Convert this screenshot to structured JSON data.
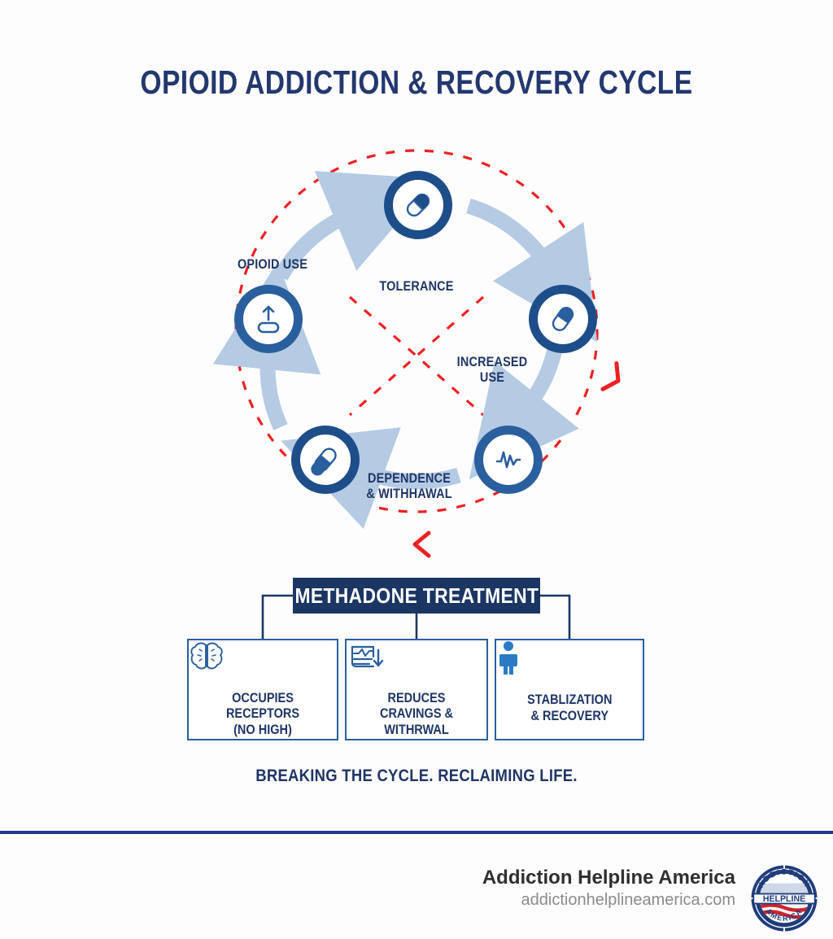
{
  "title": "OPIOID ADDICTION & RECOVERY CYCLE",
  "cycle": {
    "nodes": [
      {
        "id": "opioid-use",
        "label": "OPIOID USE",
        "icon": "pill-up-arrow-icon"
      },
      {
        "id": "tolerance",
        "label": "TOLERANCE",
        "icon": "capsule-icon"
      },
      {
        "id": "increased",
        "label": "INCREASED\nUSE",
        "icon": "capsule-icon"
      },
      {
        "id": "dependence",
        "label": "DEPENDENCE\n& WITHHAWAL",
        "icon": "waveform-icon"
      }
    ],
    "center_label_tolerance": "TOLERANCE",
    "center_label_increased": "INCREASED\nUSE",
    "label_opioid_use": "OPIOID USE",
    "label_dependence": "DEPENDENCE\n& WITHHAWAL"
  },
  "methadone": {
    "header": "METHADONE TREATMENT",
    "outcomes": [
      {
        "icon": "brain-icon",
        "text": "OCCUPIES RECEPTORS\n(NO HIGH)"
      },
      {
        "icon": "chart-down-icon",
        "text": "REDUCES\nCRAVINGS & WITHRWAL"
      },
      {
        "icon": "person-icon",
        "text": "STABLIZATION\n& RECOVERY"
      }
    ]
  },
  "tagline": "BREAKING THE CYCLE. RECLAIMING LIFE.",
  "footer": {
    "brand": "Addiction Helpline America",
    "url": "addictionhelplineamerica.com",
    "logo": {
      "top_text": "ADDICTION",
      "center_text": "HELPLINE",
      "bottom_text": "AMERICA"
    }
  },
  "colors": {
    "navy": "#1f3566",
    "header_navy": "#1c3663",
    "ring_blue": "#2a5f9e",
    "arrow_blue": "#b5cbe4",
    "dashed_red": "#ed2024",
    "rule_navy": "#25368a"
  }
}
